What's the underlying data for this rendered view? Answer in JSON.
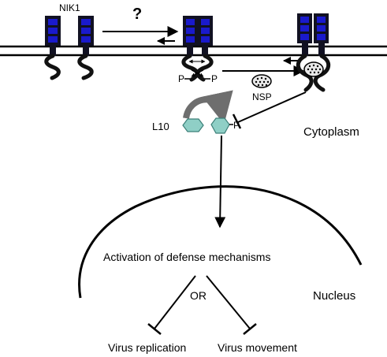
{
  "colors": {
    "receptor_blue": "#1a1acc",
    "receptor_dark": "#111122",
    "membrane": "#000000",
    "l10_teal": "#8fcfc6",
    "l10_stroke": "#3c7f78",
    "curved_arrow": "#6e6e6e",
    "nsp_fill": "#e8e8e8"
  },
  "labels": {
    "nik1": "NIK1",
    "question_mark": "?",
    "phospho_left": "P",
    "phospho_right": "P",
    "nsp": "NSP",
    "l10": "L10",
    "l10_phospho": "P",
    "cytoplasm": "Cytoplasm",
    "activation": "Activation of defense mechanisms",
    "or": "OR",
    "nucleus": "Nucleus",
    "virus_replication": "Virus replication",
    "virus_movement": "Virus movement"
  }
}
